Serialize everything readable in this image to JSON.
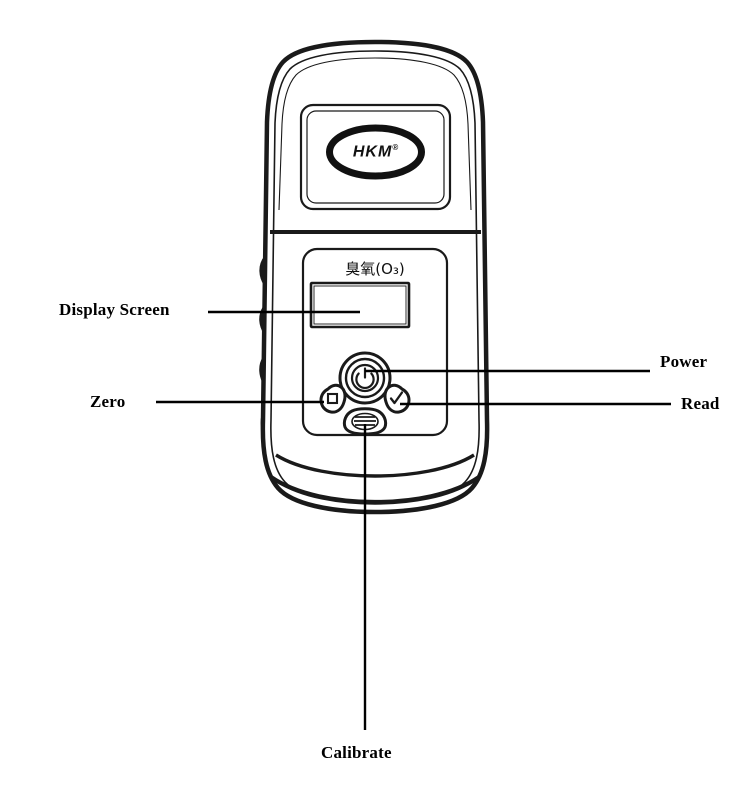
{
  "figure": {
    "title": "Ozone meter front view with labeled controls",
    "background_color": "#ffffff",
    "line_color": "#1a1a1a",
    "text_color": "#000000"
  },
  "device": {
    "brand_logo_text": "HKM",
    "brand_logo_trademark": "®",
    "panel_label": "臭氧(O",
    "panel_label_subscript": "3",
    "panel_label_suffix": ")",
    "panel_label_full": "臭氧(O₃)",
    "display_screen_value": "",
    "buttons": [
      {
        "name": "power",
        "icon": "power-icon",
        "shape": "circle"
      },
      {
        "name": "zero",
        "icon": "square-icon",
        "shape": "pentagon-left"
      },
      {
        "name": "read",
        "icon": "check-icon",
        "shape": "pentagon-right"
      },
      {
        "name": "calibrate",
        "icon": "lines-icon",
        "shape": "trapezoid-bottom"
      }
    ]
  },
  "callouts": [
    {
      "id": "display-screen",
      "label": "Display Screen",
      "side": "left",
      "target": "display-screen"
    },
    {
      "id": "zero",
      "label": "Zero",
      "side": "left",
      "target": "zero-button"
    },
    {
      "id": "power",
      "label": "Power",
      "side": "right",
      "target": "power-button"
    },
    {
      "id": "read",
      "label": "Read",
      "side": "right",
      "target": "read-button"
    },
    {
      "id": "calibrate",
      "label": "Calibrate",
      "side": "bottom",
      "target": "calibrate-button"
    }
  ]
}
